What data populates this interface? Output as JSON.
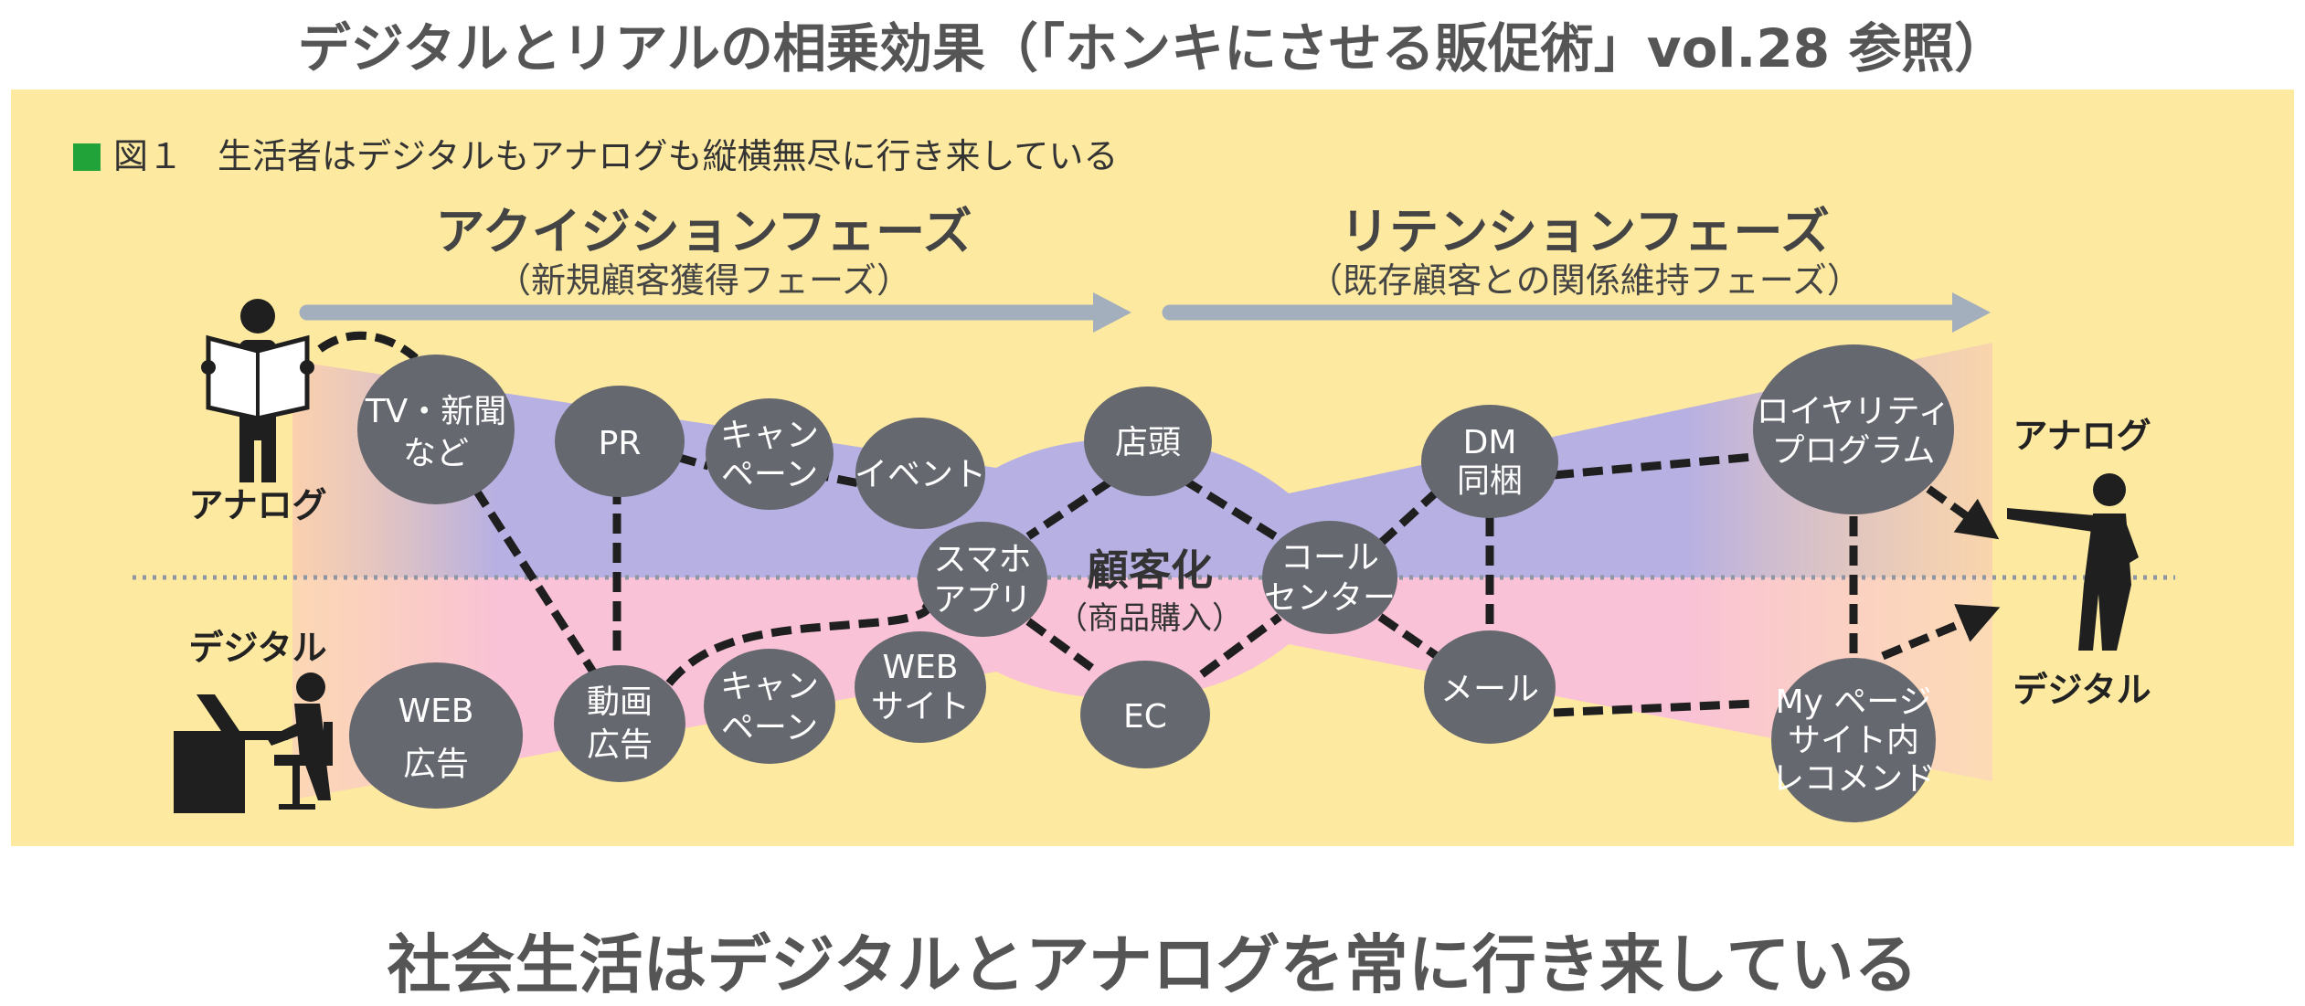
{
  "page_title": "デジタルとリアルの相乗効果（「ホンキにさせる販促術」vol.28 参照）",
  "figure_caption": "図１　生活者はデジタルもアナログも縦横無尽に行き来している",
  "bottom_caption": "社会生活はデジタルとアナログを常に行き来している",
  "phases": {
    "acquisition": {
      "title": "アクイジションフェーズ",
      "subtitle": "（新規顧客獲得フェーズ）"
    },
    "retention": {
      "title": "リテンションフェーズ",
      "subtitle": "（既存顧客との関係維持フェーズ）"
    }
  },
  "labels": {
    "analog_left": "アナログ",
    "digital_left": "デジタル",
    "analog_right": "アナログ",
    "digital_right": "デジタル"
  },
  "center": {
    "title": "顧客化",
    "subtitle": "（商品購入）"
  },
  "nodes": {
    "tv": [
      "TV・新聞",
      "など"
    ],
    "pr": [
      "PR"
    ],
    "campaign_top": [
      "キャン",
      "ペーン"
    ],
    "event": [
      "イベント"
    ],
    "store": [
      "店頭"
    ],
    "smartphone": [
      "スマホ",
      "アプリ"
    ],
    "call_center": [
      "コール",
      "センター"
    ],
    "dm": [
      "DM",
      "同梱"
    ],
    "loyalty": [
      "ロイヤリティ",
      "プログラム"
    ],
    "web_ad": [
      "WEB",
      "広告"
    ],
    "video_ad": [
      "動画",
      "広告"
    ],
    "campaign_bottom": [
      "キャン",
      "ペーン"
    ],
    "website": [
      "WEB",
      "サイト"
    ],
    "ec": [
      "EC"
    ],
    "mail": [
      "メール"
    ],
    "mypage": [
      "My ページ",
      "サイト内",
      "レコメンド"
    ]
  },
  "colors": {
    "panel": "#fde9a0",
    "node": "#666870",
    "analog_band": "#b3aee0",
    "digital_band": "#f9c2d6",
    "arrow": "#a4afbe",
    "legend_square": "#22a33a",
    "figure": "#1f1f1f"
  }
}
